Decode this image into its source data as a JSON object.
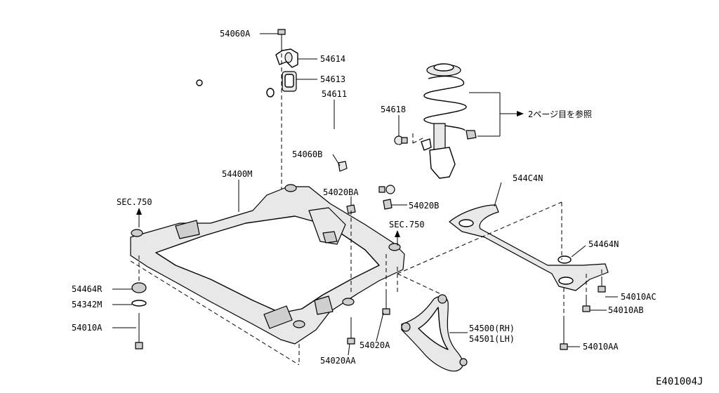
{
  "labels": {
    "p54060A": "54060A",
    "p54614": "54614",
    "p54613": "54613",
    "p54611": "54611",
    "p54618": "54618",
    "p2page": "2ページ目を参照",
    "p54060B": "54060B",
    "p54400M": "54400M",
    "p54020BA": "54020BA",
    "p54020B": "54020B",
    "p544C4N": "544C4N",
    "sec750L": "SEC.750",
    "sec750R": "SEC.750",
    "p54464N": "54464N",
    "p54464R": "54464R",
    "p54342M": "54342M",
    "p54010A": "54010A",
    "p54010AC": "54010AC",
    "p54010AB": "54010AB",
    "p54500": "54500(RH)",
    "p54501": "54501(LH)",
    "p54010AA": "54010AA",
    "p54020A": "54020A",
    "p54020AA": "54020AA",
    "code": "E401004J"
  }
}
